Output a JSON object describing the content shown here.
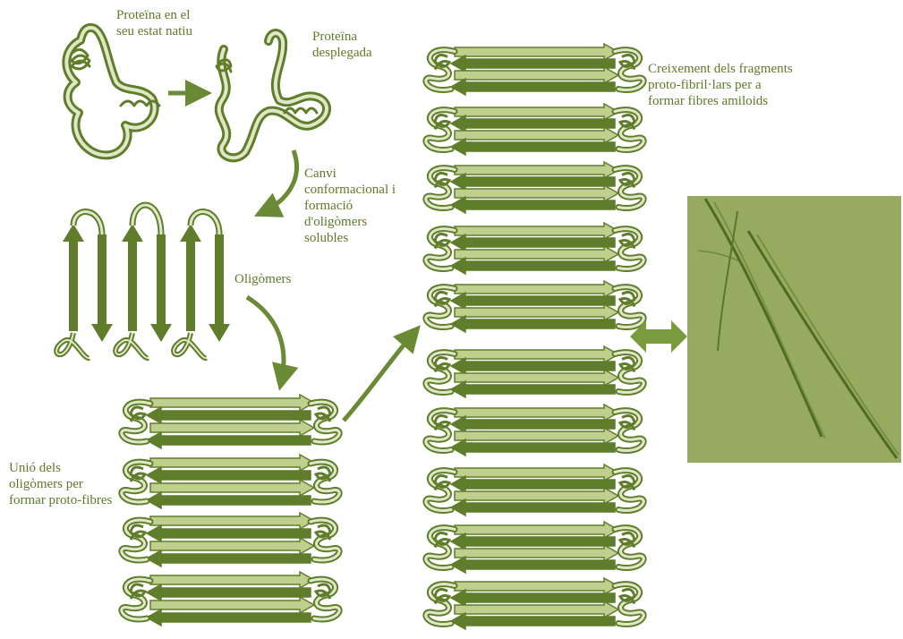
{
  "labels": {
    "native": "Proteïna en el\nseu estat natiu",
    "unfolded": "Proteïna\ndesplegada",
    "conformational": "Canvi\nconformacional i\nformació\nd'oligòmers\nsolubles",
    "oligomers": "Oligòmers",
    "union": "Unió dels\noligòmers per\nformar proto-fibres",
    "growth": "Creixement dels fragments\nproto-fibril·lars per a\nformar fibres amiloids"
  },
  "colors": {
    "primary": "#5f7d2a",
    "light": "#bfd08e",
    "arrow": "#6a8a35",
    "micrograph_bg": "#9aae63",
    "fibril_dark": "#4f6b22"
  }
}
